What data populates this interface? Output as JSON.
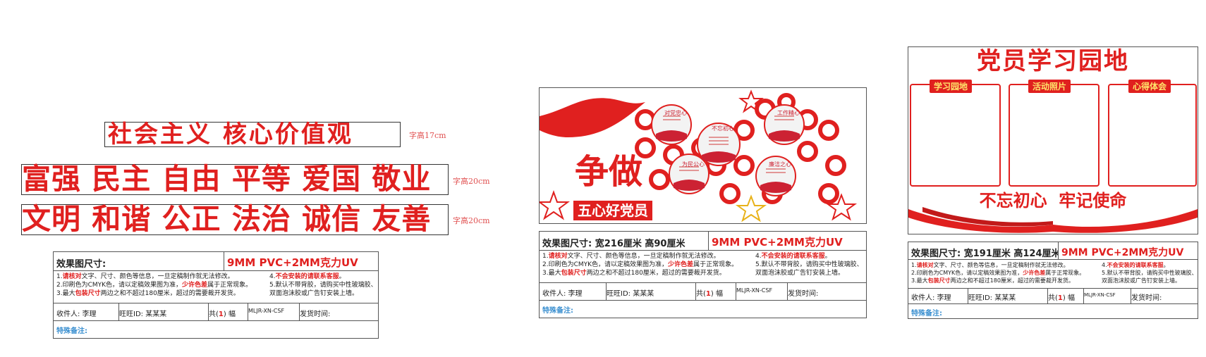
{
  "values_block": {
    "line1": "社会主义 核心价值观",
    "line1_note": "字高17cm",
    "line2": "富强 民主 自由 平等 爱国 敬业",
    "line2_note": "字高20cm",
    "line3": "文明 和谐 公正 法治 诚信 友善",
    "line3_note": "字高20cm"
  },
  "wall_a": {
    "title_big": "争做",
    "subtitle": "五心好党员",
    "circles": [
      "对党忠心",
      "不忘初心",
      "工作精心",
      "为民公心",
      "廉洁之心"
    ]
  },
  "wall_b": {
    "title": "党员学习园地",
    "columns": [
      "学习园地",
      "活动照片",
      "心得体会"
    ],
    "slogan": "不忘初心  牢记使命"
  },
  "spec_common": {
    "material": "9MM PVC+2MM克力UV",
    "instructions": [
      {
        "num": "1.",
        "red": "请核对",
        "rest": "文字、尺寸、颜色等信息，一旦定稿制作就无法修改。"
      },
      {
        "num": "2.",
        "pre": "印刷色为CMYK色，请以定稿效果图为准，",
        "red": "少许色差",
        "rest": "属于正常现象。"
      },
      {
        "num": "3.",
        "pre": "最大",
        "red": "包装尺寸",
        "rest": "两边之和不超过180厘米，超过的需要裁开发货。"
      }
    ],
    "right_instr_1_num": "4.",
    "right_instr_1_red": "不会安装的请联系客服",
    "right_instr_1_end": "。",
    "right_instr_2a": "5.默认不带背胶，请购买中性玻璃胶、",
    "right_instr_2b": "双面泡沫胶或广告钉安装上墙。",
    "receiver": "收件人:  李理",
    "wangwang": "旺旺ID:   某某某",
    "total_pre": "共(",
    "total_num": "1",
    "total_post": ") 幅",
    "code": "MLJR-XN-CSF",
    "ship_time": "发货时间:",
    "remark": "特殊备注:"
  },
  "spec1": {
    "size_label": "效果图尺寸:"
  },
  "spec2": {
    "size_label": "效果图尺寸: 宽216厘米  高90厘米"
  },
  "spec3": {
    "size_label": "效果图尺寸: 宽191厘米  高124厘米"
  },
  "colors": {
    "accent": "#e0201f",
    "gold": "#ffe46a",
    "remark_blue": "#3a8fd0"
  }
}
